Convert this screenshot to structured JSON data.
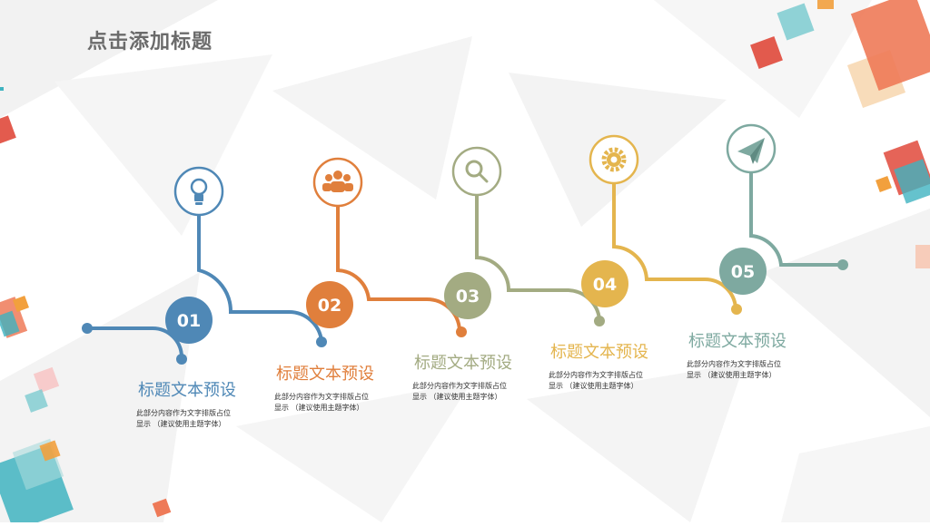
{
  "slide": {
    "title": "点击添加标题"
  },
  "steps": [
    {
      "number": "01",
      "title": "标题文本预设",
      "desc_line1": "此部分内容作为文字排版占位",
      "desc_line2": "显示 （建议使用主题字体）",
      "color": "#4f88b6",
      "icon": "lightbulb-icon"
    },
    {
      "number": "02",
      "title": "标题文本预设",
      "desc_line1": "此部分内容作为文字排版占位",
      "desc_line2": "显示 （建议使用主题字体）",
      "color": "#e07f3c",
      "icon": "team-icon"
    },
    {
      "number": "03",
      "title": "标题文本预设",
      "desc_line1": "此部分内容作为文字排版占位",
      "desc_line2": "显示 （建议使用主题字体）",
      "color": "#a3ab82",
      "icon": "search-icon"
    },
    {
      "number": "04",
      "title": "标题文本预设",
      "desc_line1": "此部分内容作为文字排版占位",
      "desc_line2": "显示 （建议使用主题字体）",
      "color": "#e4b54e",
      "icon": "gear-icon"
    },
    {
      "number": "05",
      "title": "标题文本预设",
      "desc_line1": "此部分内容作为文字排版占位",
      "desc_line2": "显示 （建议使用主题字体）",
      "color": "#7ea9a0",
      "icon": "paper-plane-icon"
    }
  ]
}
